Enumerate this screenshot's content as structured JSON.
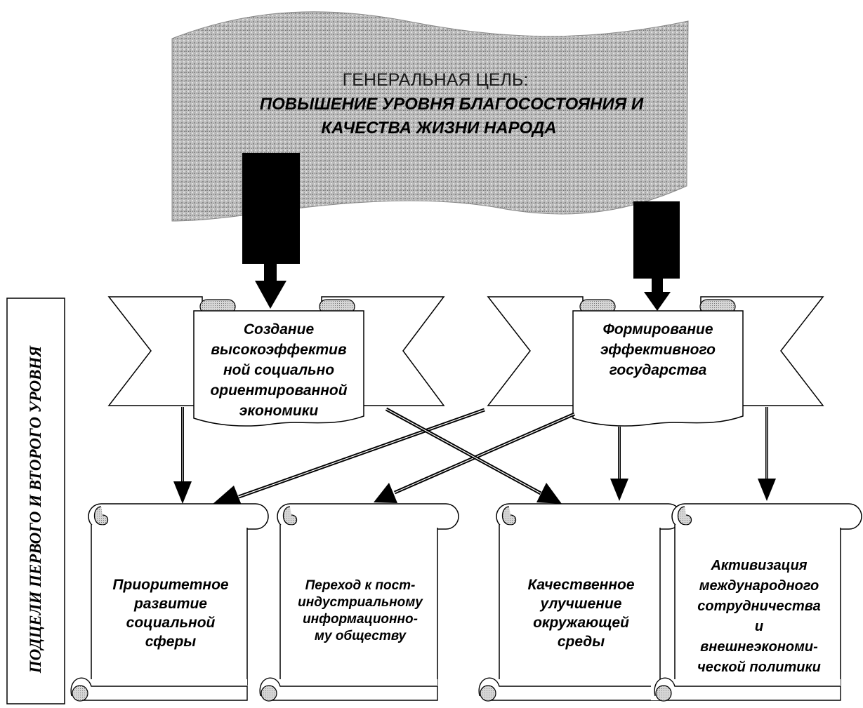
{
  "goal": {
    "heading": "ГЕНЕРАЛЬНАЯ ЦЕЛЬ:",
    "line1": "ПОВЫШЕНИЕ УРОВНЯ БЛАГОСОСТОЯНИЯ И",
    "line2": "КАЧЕСТВА ЖИЗНИ НАРОДА"
  },
  "side_label": "ПОДЦЕЛИ ПЕРВОГО И ВТОРОГО УРОВНЯ",
  "level1": [
    {
      "lines": [
        "Создание",
        "высокоэффектив",
        "ной социально",
        "ориентированной",
        "экономики"
      ]
    },
    {
      "lines": [
        "Формирование",
        "эффективного",
        "государства"
      ]
    }
  ],
  "level2": [
    {
      "lines": [
        "Приоритетное",
        "развитие",
        "социальной",
        "сферы"
      ]
    },
    {
      "lines": [
        "Переход к пост-",
        "индустриальному",
        "информационно-",
        "му обществу"
      ]
    },
    {
      "lines": [
        "Качественное",
        "улучшение",
        "окружающей",
        "среды"
      ]
    },
    {
      "lines": [
        "Активизация",
        "международного",
        "сотрудничества",
        "и",
        "внешнеэкономи-",
        "ческой политики"
      ]
    }
  ]
}
